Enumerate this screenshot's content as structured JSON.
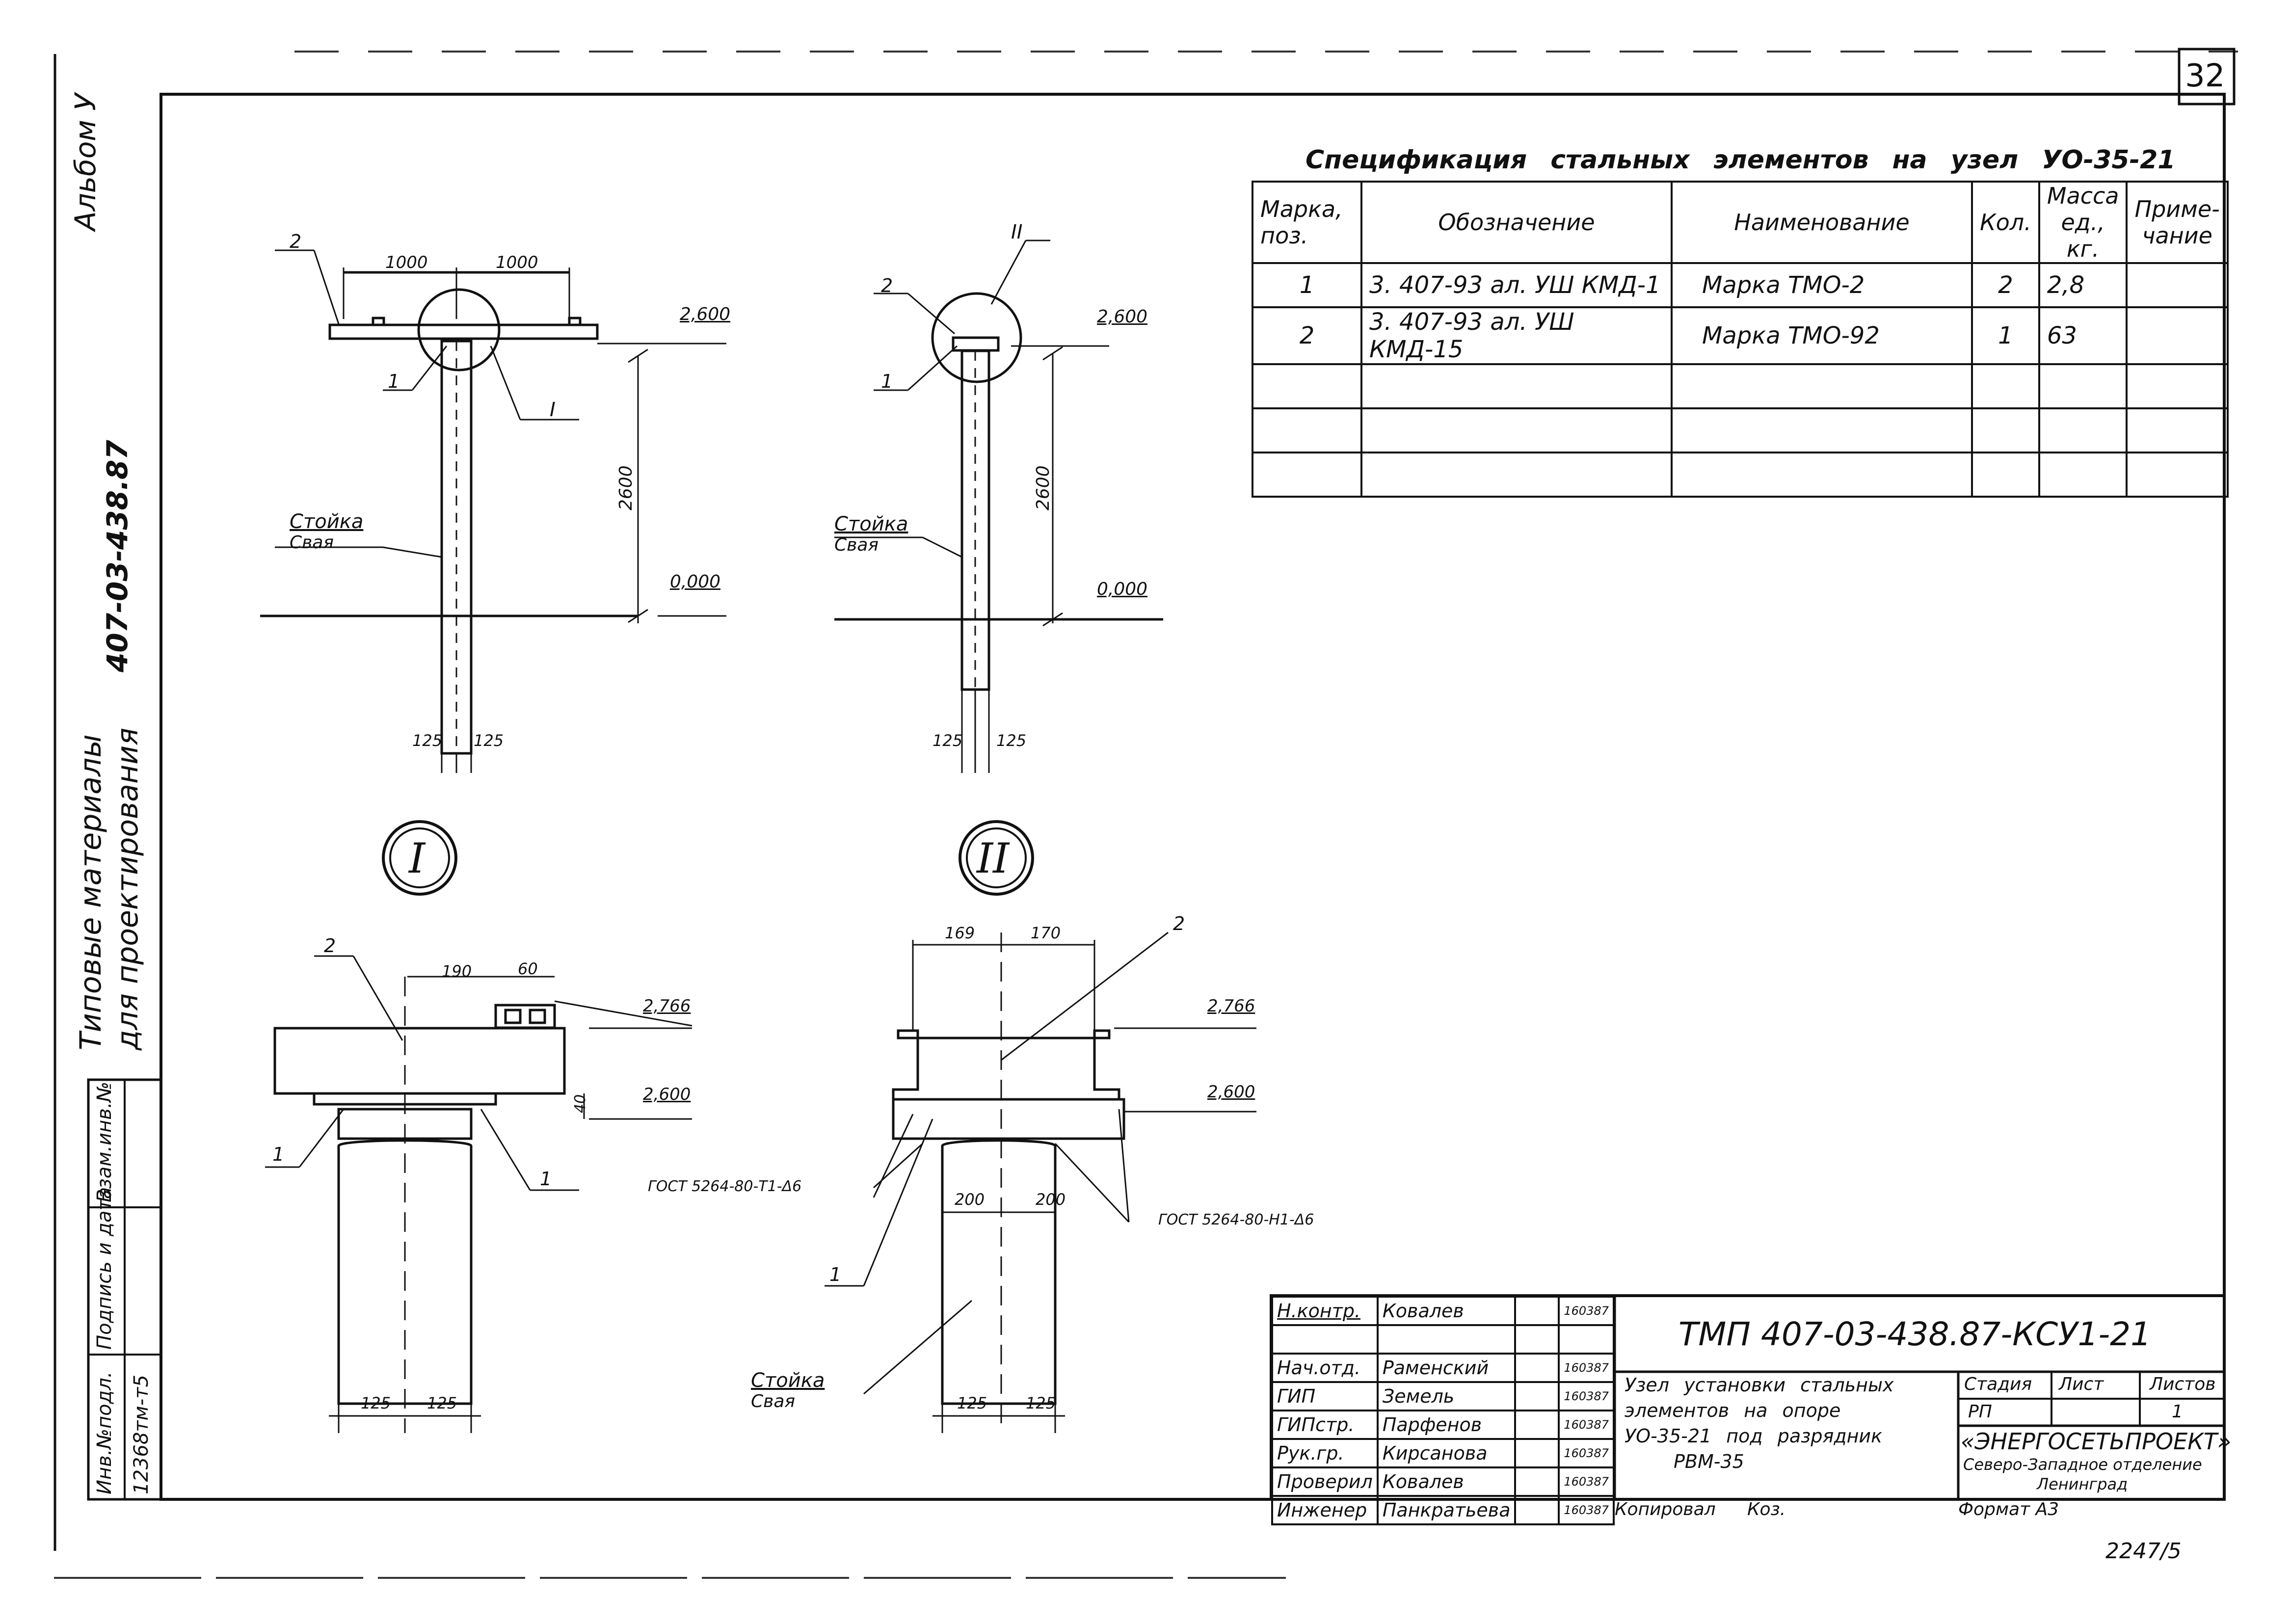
{
  "sheet_number": "32",
  "left_margin": {
    "album": "Альбом У",
    "code": "407-03-438.87",
    "series_line1": "Типовые материалы",
    "series_line2": "для проектирования",
    "inv_no_label": "Инв.№подл.",
    "sign_date_label": "Подпись и дата",
    "vzam_label": "Взам.инв.№",
    "inv_value": "12368тм-т5"
  },
  "spec": {
    "title": "Спецификация стальных элементов на узел УО-35-21",
    "headers": [
      "Марка, поз.",
      "Обозначение",
      "Наименование",
      "Кол.",
      "Масса ед., кг.",
      "Приме-чание"
    ],
    "rows": [
      [
        "1",
        "3. 407-93 ал. УШ КМД-1",
        "Марка ТМО-2",
        "2",
        "2,8",
        ""
      ],
      [
        "2",
        "3. 407-93 ал. УШ КМД-15",
        "Марка ТМО-92",
        "1",
        "63",
        ""
      ],
      [
        "",
        "",
        "",
        "",
        "",
        ""
      ],
      [
        "",
        "",
        "",
        "",
        "",
        ""
      ],
      [
        "",
        "",
        "",
        "",
        "",
        ""
      ]
    ]
  },
  "drawing": {
    "dim_1000_a": "1000",
    "dim_1000_b": "1000",
    "level_2600": "2,600",
    "level_0": "0,000",
    "height_2600": "2600",
    "dim_125": "125",
    "post_label": "Стойка",
    "pile_label": "Свая",
    "node_I": "I",
    "node_II": "II",
    "pos1": "1",
    "pos2": "2",
    "level_2766": "2,766",
    "dim_190": "190",
    "dim_60": "60",
    "dim_40": "40",
    "dim_169": "169",
    "dim_170": "170",
    "dim_200": "200",
    "weld_left": "ГОСТ 5264-80-Т1-Δ6",
    "weld_right": "ГОСТ 5264-80-Н1-Δ6"
  },
  "stamp": {
    "title": "ТМП 407-03-438.87-КСУ1-21",
    "description": [
      "Узел установки стальных",
      "элементов на опоре",
      "УО-35-21 под разрядник",
      "РВМ-35"
    ],
    "staff": [
      [
        "Н.контр.",
        "Ковалев",
        "160387"
      ],
      [
        "Нач.отд.",
        "Раменский",
        "160387"
      ],
      [
        "ГИП",
        "Земель",
        "160387"
      ],
      [
        "ГИПстр.",
        "Парфенов",
        "160387"
      ],
      [
        "Рук.гр.",
        "Кирсанова",
        "160387"
      ],
      [
        "Проверил",
        "Ковалев",
        "160387"
      ],
      [
        "Инженер",
        "Панкратьева",
        "160387"
      ]
    ],
    "stage_label": "Стадия",
    "sheet_label": "Лист",
    "sheets_label": "Листов",
    "stage_value": "РП",
    "sheets_value": "1",
    "org_name": "«ЭНЕРГОСЕТЬПРОЕКТ»",
    "org_branch": "Северо-Западное отделение",
    "org_city": "Ленинград",
    "copied": "Копировал",
    "copied_by": "Коз.",
    "format": "Формат А3",
    "archive_no": "2247/5"
  }
}
